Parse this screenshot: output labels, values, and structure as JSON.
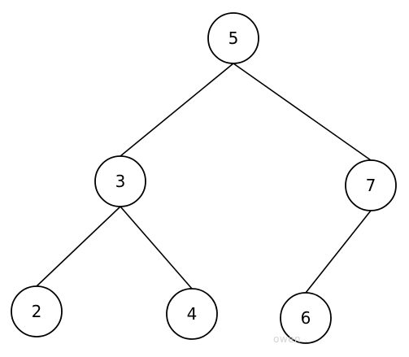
{
  "diagram": {
    "type": "binary-tree",
    "nodes": [
      {
        "id": "n5",
        "label": "5"
      },
      {
        "id": "n3",
        "label": "3"
      },
      {
        "id": "n7",
        "label": "7"
      },
      {
        "id": "n2",
        "label": "2"
      },
      {
        "id": "n4",
        "label": "4"
      },
      {
        "id": "n6",
        "label": "6"
      }
    ],
    "edges": [
      {
        "from": "n5",
        "to": "n3"
      },
      {
        "from": "n5",
        "to": "n7"
      },
      {
        "from": "n3",
        "to": "n2"
      },
      {
        "from": "n3",
        "to": "n4"
      },
      {
        "from": "n7",
        "to": "n6"
      }
    ]
  },
  "watermark": "owen..."
}
